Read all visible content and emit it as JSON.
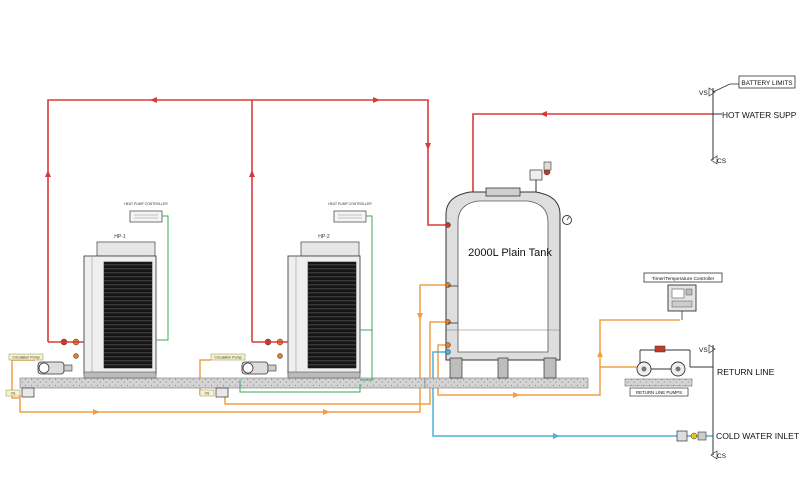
{
  "labels": {
    "battery_limits": "BATTERY LIMITS",
    "hot_water_supply": "HOT WATER SUPP",
    "return_line": "RETURN LINE",
    "cold_water_inlet": "COLD WATER INLET",
    "vs": "VS",
    "cs": "CS",
    "tank": "2000L Plain Tank",
    "timer_controller": "Timer/Temperature Controller",
    "return_line_pumps": "RETURN LINE PUMPS",
    "hp1": "HP-1",
    "hp2": "HP-2",
    "circulation_pump": "Circulation Pump",
    "heat_pump_controller": "HEAT PUMP CONTROLLER",
    "valve_tag": "VS"
  },
  "colors": {
    "hot": "#d83a3a",
    "return": "#f0a046",
    "cold": "#4fb0d8",
    "control": "#3aa95a",
    "equipment": "#444444",
    "pad": "#cfcfcf"
  }
}
